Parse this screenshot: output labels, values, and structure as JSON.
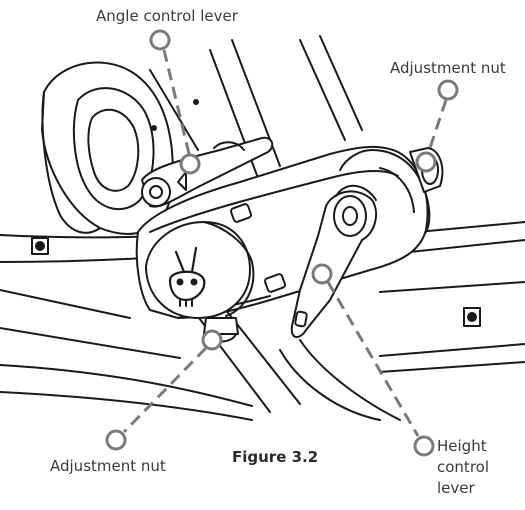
{
  "callouts": {
    "angle_lever": "Angle control lever",
    "adjust_nut_top": "Adjustment nut",
    "adjust_nut_bottom": "Adjustment nut",
    "height_lever_line1": "Height",
    "height_lever_line2": "control",
    "height_lever_line3": "lever"
  },
  "figure_caption": "Figure 3.2",
  "colors": {
    "line": "#1a1a1a",
    "callout": "#7a7a7a",
    "label": "#3a3a3a"
  }
}
